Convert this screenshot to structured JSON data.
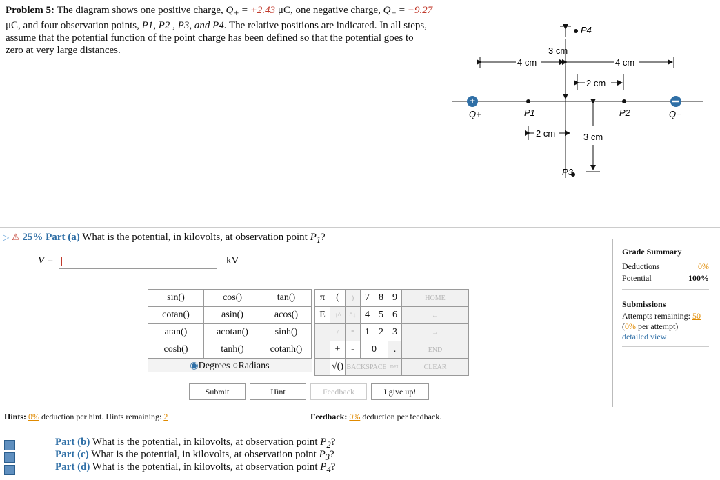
{
  "problem": {
    "title": "Problem 5:",
    "t1": "The diagram shows one positive charge,",
    "qplus_symbol": "Q",
    "qplus_sub": "+",
    "qplus_eq": " = ",
    "qplus_val": "+2.43",
    "qplus_unit": " μC",
    "t2": ", one negative charge,",
    "qminus_symbol": "Q",
    "qminus_sub": "−",
    "qminus_eq": " = ",
    "qminus_val": "−9.27",
    "qminus_unit": " μC",
    "t3": ", and four observation points,",
    "points": "P1, P2 , P3, and P4",
    "t4": ". The relative positions are indicated. In all steps, assume that the potential function of the point charge has been defined so that the potential goes to zero at very large distances."
  },
  "diagram": {
    "labels": {
      "qplus": "Q+",
      "qminus": "Q−",
      "p1": "P1",
      "p2": "P2",
      "p3": "P3",
      "p4": "P4",
      "d_left": "4 cm",
      "d_right": "4 cm",
      "d_2cm_top": "2 cm",
      "d_2cm_bottom": "2 cm",
      "d_3cm_top": "3 cm",
      "d_3cm_bottom": "3 cm"
    }
  },
  "part_a": {
    "percent": "25%",
    "label": "Part (a)",
    "question": "What is the potential, in kilovolts, at observation point",
    "point": "P",
    "point_sub": "1",
    "q_end": "?",
    "var": "V =",
    "unit": "kV",
    "value": ""
  },
  "keypad": {
    "funcs": [
      [
        "sin()",
        "cos()",
        "tan()"
      ],
      [
        "cotan()",
        "asin()",
        "acos()"
      ],
      [
        "atan()",
        "acotan()",
        "sinh()"
      ],
      [
        "cosh()",
        "tanh()",
        "cotanh()"
      ]
    ],
    "degrees": "Degrees",
    "radians": "Radians",
    "pi": "π",
    "lparen": "(",
    "rparen": ")",
    "e": "E",
    "up": "↑^",
    "down": "^↓",
    "slash": "/",
    "star": "*",
    "plus": "+",
    "minus": "-",
    "sqrt": "√()",
    "digits": [
      "7",
      "8",
      "9",
      "4",
      "5",
      "6",
      "1",
      "2",
      "3",
      "0",
      "."
    ],
    "home": "HOME",
    "back": "←",
    "forward": "→",
    "end": "END",
    "backspace": "BACKSPACE",
    "del": "DEL",
    "clear": "CLEAR"
  },
  "buttons": {
    "submit": "Submit",
    "hint": "Hint",
    "feedback": "Feedback",
    "giveup": "I give up!"
  },
  "hints": {
    "label": "Hints:",
    "pct": "0%",
    "text": "deduction per hint. Hints remaining:",
    "remaining": "2"
  },
  "feedback": {
    "label": "Feedback:",
    "pct": "0%",
    "text": "deduction per feedback."
  },
  "grade": {
    "title": "Grade Summary",
    "deductions_label": "Deductions",
    "deductions": "0%",
    "potential_label": "Potential",
    "potential": "100%",
    "submissions": "Submissions",
    "attempts_label": "Attempts remaining:",
    "attempts": "50",
    "per_attempt_pct": "0%",
    "per_attempt": "per attempt)",
    "detailed": "detailed view"
  },
  "other_parts": [
    {
      "label": "Part (b)",
      "q": "What is the potential, in kilovolts, at observation point",
      "p": "P",
      "sub": "2",
      "end": "?"
    },
    {
      "label": "Part (c)",
      "q": "What is the potential, in kilovolts, at observation point",
      "p": "P",
      "sub": "3",
      "end": "?"
    },
    {
      "label": "Part (d)",
      "q": "What is the potential, in kilovolts, at observation point",
      "p": "P",
      "sub": "4",
      "end": "?"
    }
  ]
}
